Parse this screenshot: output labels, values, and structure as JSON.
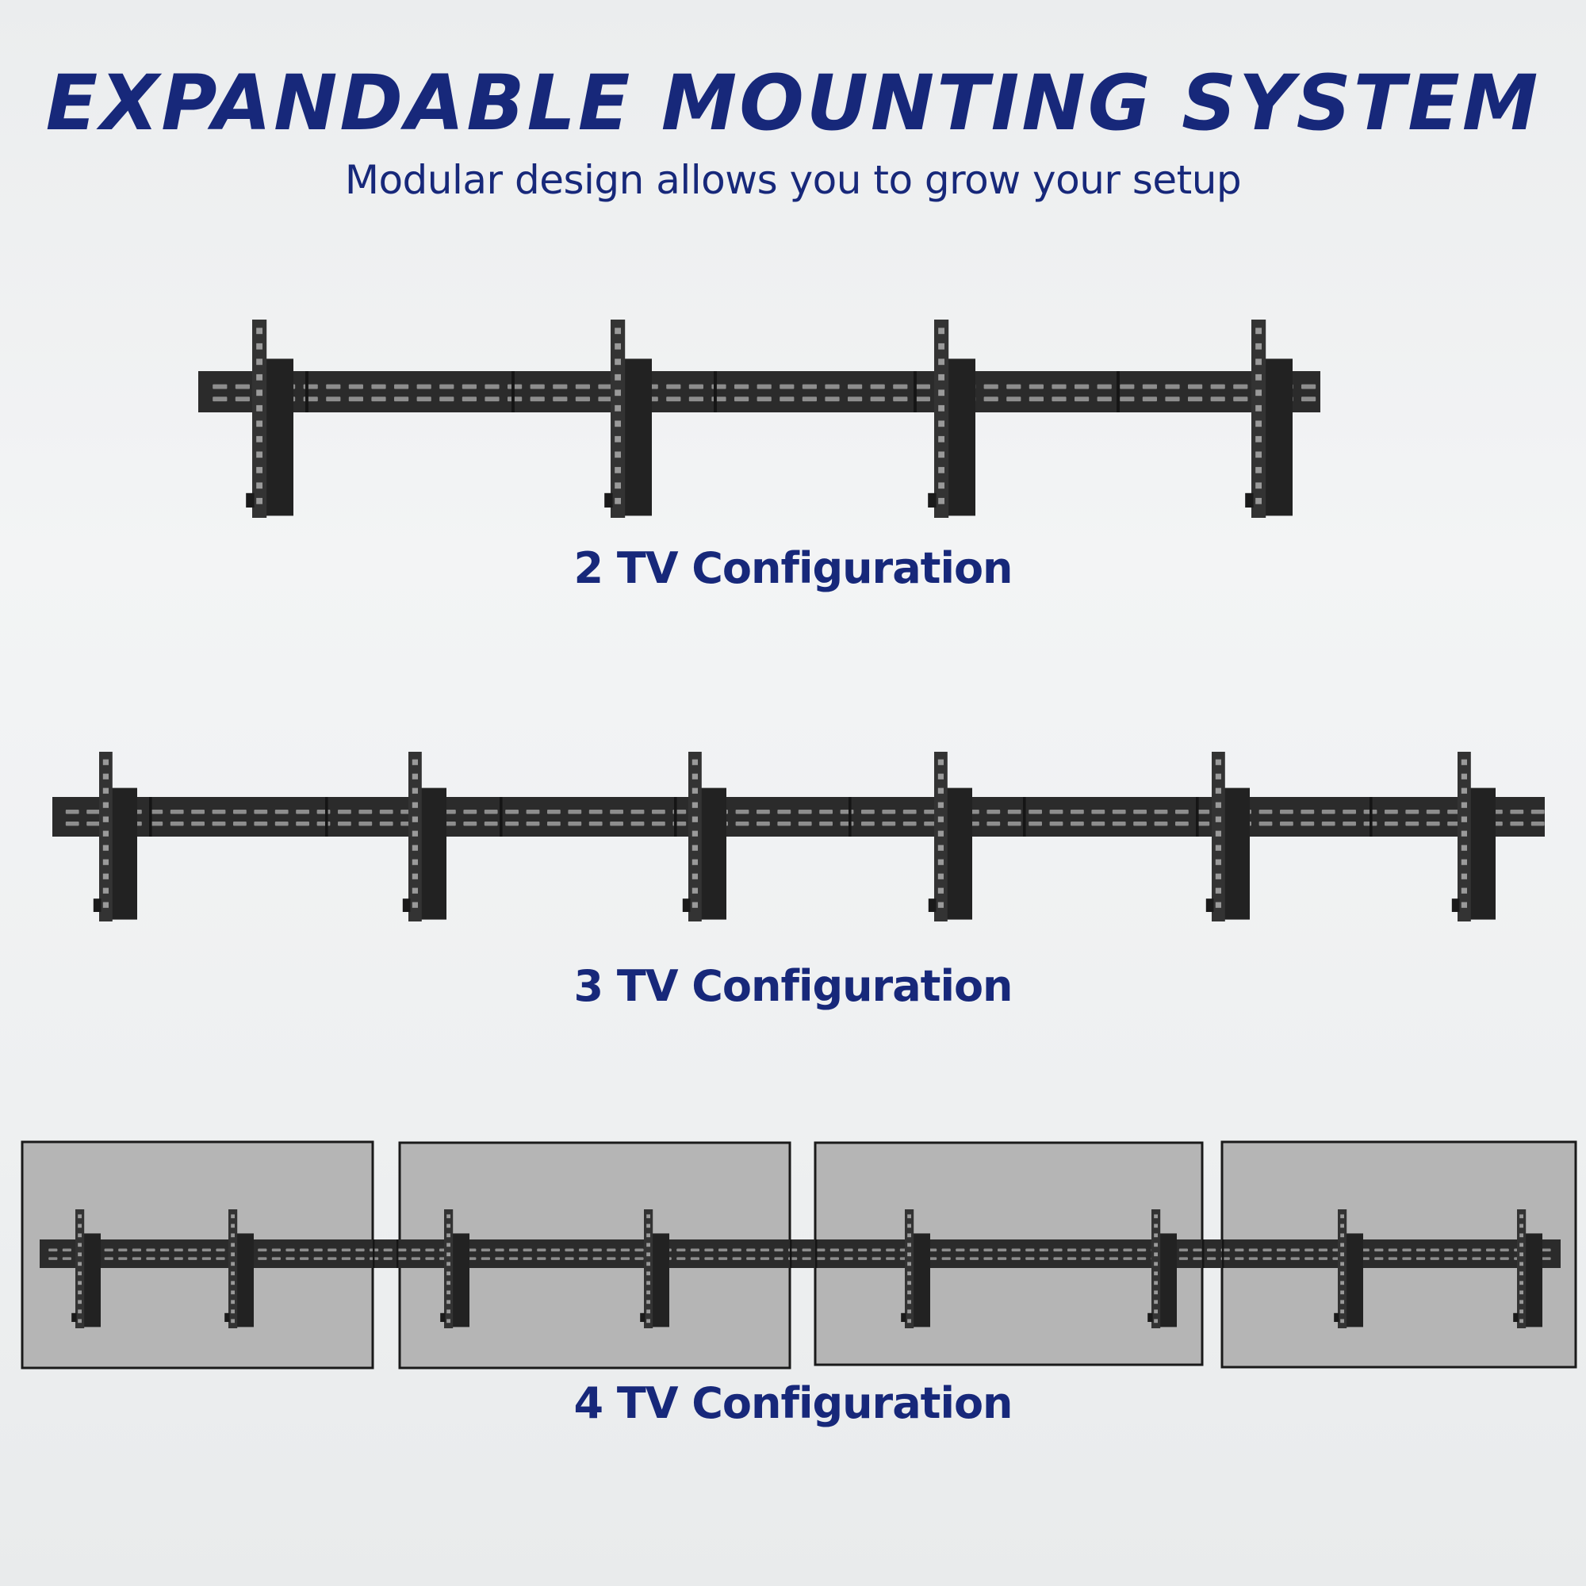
{
  "header": {
    "title": "EXPANDABLE MOUNTING SYSTEM",
    "subtitle": "Modular design allows you to grow your setup"
  },
  "configurations": [
    {
      "label": "2 TV Configuration"
    },
    {
      "label": "3 TV Configuration"
    },
    {
      "label": "4 TV Configuration"
    }
  ],
  "colors": {
    "text": "#17287a",
    "hardware": "#2b2b2b",
    "tv_panel": "#b5b5b5"
  }
}
